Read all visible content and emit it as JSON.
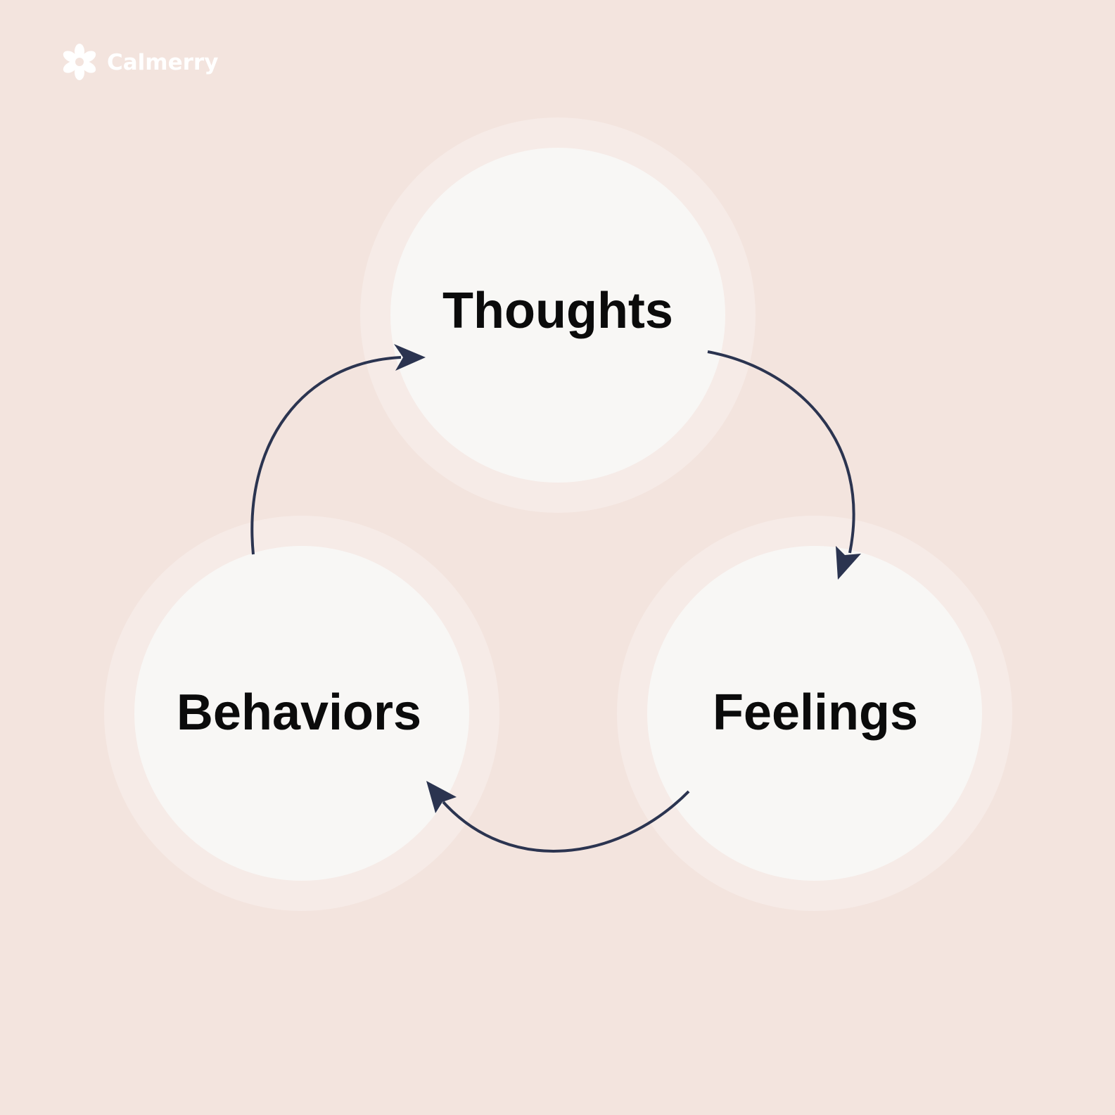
{
  "brand": {
    "name": "Calmerry",
    "logo_icon": "flower-icon",
    "color": "#ffffff"
  },
  "colors": {
    "background": "#f3e4de",
    "circle_halo": "#f6ebe7",
    "circle_fill": "#f8f7f5",
    "arrow": "#2b3450",
    "label": "#0b0b0b"
  },
  "nodes": [
    {
      "id": "thoughts",
      "label": "Thoughts"
    },
    {
      "id": "feelings",
      "label": "Feelings"
    },
    {
      "id": "behaviors",
      "label": "Behaviors"
    }
  ],
  "edges": [
    {
      "from": "thoughts",
      "to": "feelings"
    },
    {
      "from": "feelings",
      "to": "behaviors"
    },
    {
      "from": "behaviors",
      "to": "thoughts"
    }
  ]
}
